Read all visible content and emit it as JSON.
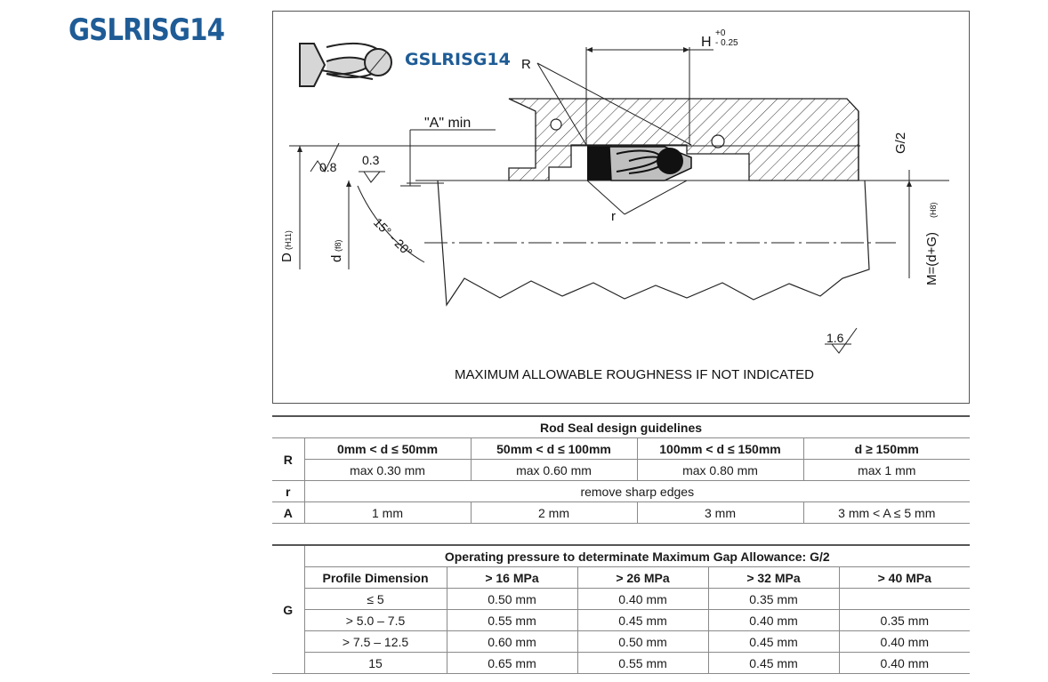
{
  "title": "GSLRISG14",
  "drawing": {
    "brand": "GSLRISG14",
    "labels": {
      "H": "H",
      "H_tol_plus": "+0",
      "H_tol_minus": "- 0.25",
      "R": "R",
      "r": "r",
      "A_min": "\"A\" min",
      "rough_08": "0.8",
      "rough_03": "0.3",
      "rough_16": "1.6",
      "angle": "15° - 20°",
      "G_half": "G/2",
      "D": "D",
      "D_tol": "(H11)",
      "d": "d",
      "d_tol": "(f8)",
      "M": "M=(d+G)",
      "M_tol": "(H8)",
      "note": "MAXIMUM ALLOWABLE ROUGHNESS IF NOT INDICATED"
    }
  },
  "guidelines": {
    "caption": "Rod Seal design guidelines",
    "ranges": [
      "0mm < d ≤ 50mm",
      "50mm < d ≤ 100mm",
      "100mm < d ≤ 150mm",
      "d ≥ 150mm"
    ],
    "R": {
      "label": "R",
      "values": [
        "max 0.30 mm",
        "max 0.60 mm",
        "max 0.80 mm",
        "max 1 mm"
      ]
    },
    "r": {
      "label": "r",
      "value": "remove sharp edges"
    },
    "A": {
      "label": "A",
      "values": [
        "1 mm",
        "2 mm",
        "3 mm",
        "3 mm < A ≤ 5 mm"
      ]
    }
  },
  "gap": {
    "row_label": "G",
    "caption": "Operating pressure to determinate Maximum Gap Allowance: G/2",
    "headers": [
      "Profile Dimension",
      "> 16 MPa",
      "> 26 MPa",
      "> 32 MPa",
      "> 40 MPa"
    ],
    "rows": [
      [
        "≤ 5",
        "0.50 mm",
        "0.40 mm",
        "0.35 mm",
        ""
      ],
      [
        "> 5.0 – 7.5",
        "0.55 mm",
        "0.45 mm",
        "0.40 mm",
        "0.35 mm"
      ],
      [
        "> 7.5 – 12.5",
        "0.60 mm",
        "0.50 mm",
        "0.45 mm",
        "0.40 mm"
      ],
      [
        "15",
        "0.65 mm",
        "0.55 mm",
        "0.45 mm",
        "0.40 mm"
      ]
    ]
  }
}
